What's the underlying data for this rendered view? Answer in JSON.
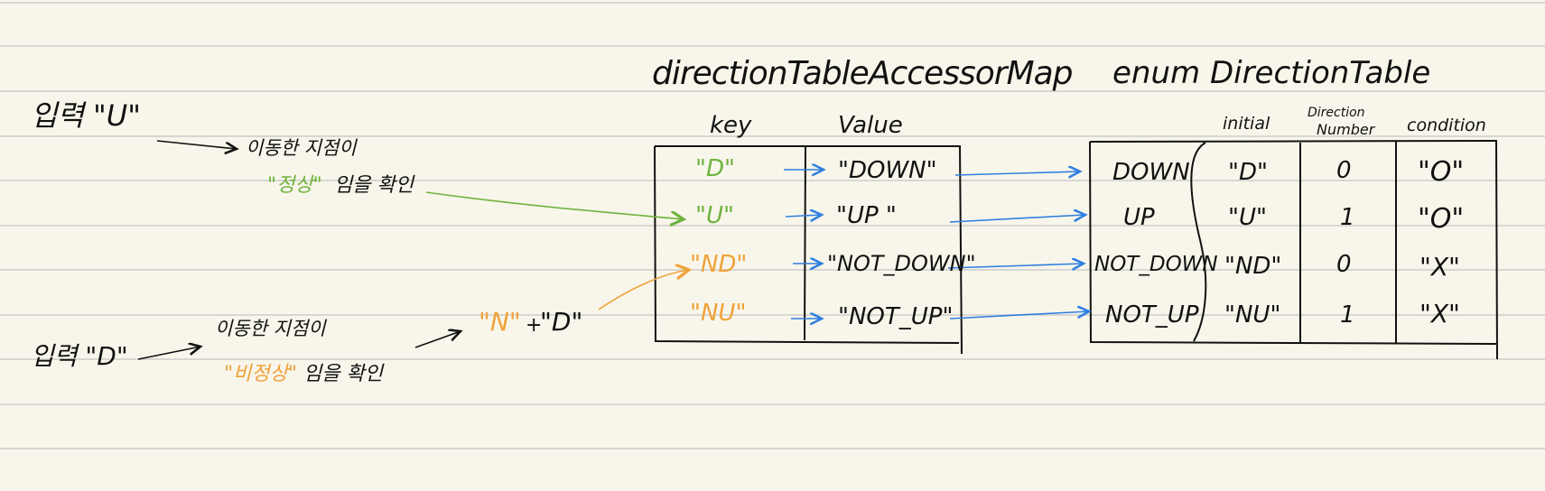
{
  "left": {
    "input_u": "입력 \"U\"",
    "moved_point_1": "이동한 지점이",
    "check_normal_quoted": "\"정상\"",
    "check_normal_rest": "임을 확인",
    "input_d": "입력 \"D\"",
    "moved_point_2": "이동한 지점이",
    "check_abnormal_quoted": "\"비정상\"",
    "check_abnormal_rest": "임을 확인",
    "combine_n": "\"N\"",
    "combine_plus": "+",
    "combine_d": "\"D\""
  },
  "map_table": {
    "title": "directionTableAccessorMap",
    "col_key": "key",
    "col_value": "Value",
    "keys": [
      "\"D\"",
      "\"U\"",
      "\"ND\"",
      "\"NU\""
    ],
    "values": [
      "\"DOWN\"",
      "\"UP \"",
      "\"NOT_DOWN\"",
      "\"NOT_UP\""
    ]
  },
  "enum_table": {
    "title": "enum DirectionTable",
    "col_initial": "initial",
    "col_direction_line1": "Direction",
    "col_direction_line2": "Number",
    "col_condition": "condition",
    "names": [
      "DOWN",
      "UP",
      "NOT_DOWN",
      "NOT_UP"
    ],
    "initials": [
      "\"D\"",
      "\"U\"",
      "\"ND\"",
      "\"NU\""
    ],
    "numbers": [
      "0",
      "1",
      "0",
      "1"
    ],
    "conditions": [
      "\"O\"",
      "\"O\"",
      "\"X\"",
      "\"X\""
    ]
  },
  "colors": {
    "background": "#f8f6ea",
    "ruled_line": "#d7d8d4",
    "ink": "#111111",
    "green": "#6fb33e",
    "orange": "#f0a23a",
    "blue_arrow": "#2f7fe0"
  }
}
